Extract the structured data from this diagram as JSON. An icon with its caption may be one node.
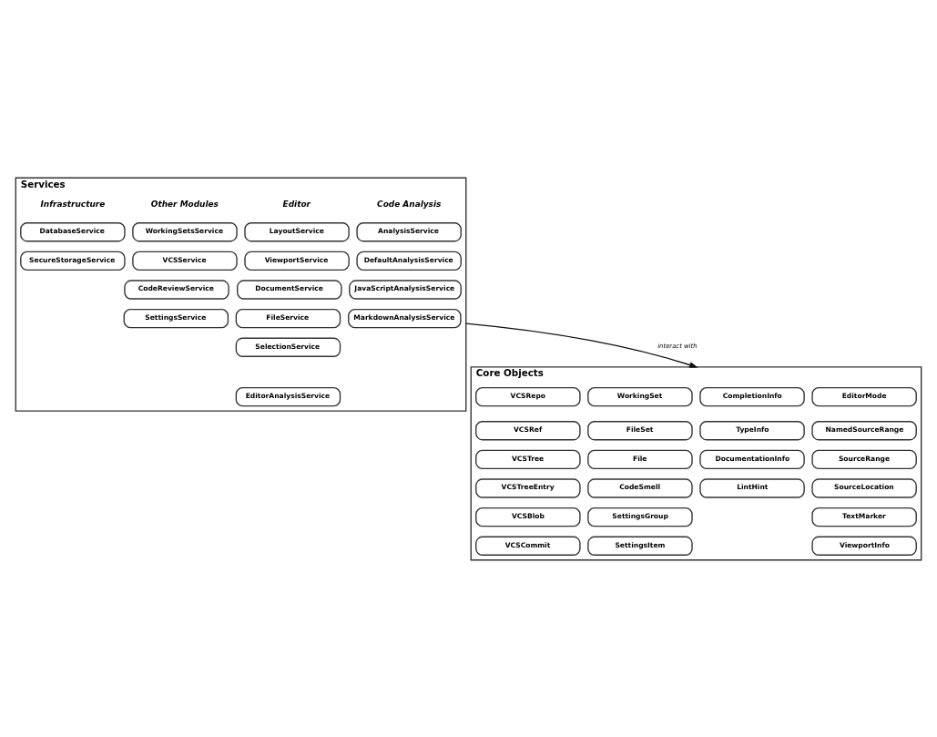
{
  "diagram": {
    "nodes": [
      {
        "text": [
          "Services"
        ]
      },
      {
        "text": [
          "LayoutService"
        ],
        "in": 0
      },
      {
        "text": [
          "ViewportService"
        ],
        "in": 0
      },
      {
        "text": [
          "DocumentService"
        ],
        "in": 0
      },
      {
        "text": [
          "FileService"
        ],
        "in": 0
      },
      {
        "text": [
          "SelectionService"
        ],
        "in": 0
      },
      {
        "text": [
          "EditorAnalysisService"
        ],
        "in": 0
      },
      {
        "text": [
          "AnalysisService"
        ],
        "in": 0
      },
      {
        "text": [
          "DefaultAnalysisService"
        ],
        "in": 0
      },
      {
        "text": [
          "JavaScriptAnalysisService"
        ],
        "in": 0
      },
      {
        "text": [
          "MarkdownAnalysisService"
        ],
        "in": 0
      },
      {
        "text": [
          "WorkingSetsService"
        ],
        "in": 0
      },
      {
        "text": [
          "VCSService"
        ],
        "in": 0
      },
      {
        "text": [
          "CodeReviewService"
        ],
        "in": 0
      },
      {
        "text": [
          "SettingsService"
        ],
        "in": 0
      },
      {
        "text": [
          "DatabaseService"
        ],
        "in": 0
      },
      {
        "text": [
          "SecureStorageService"
        ],
        "in": 0
      },
      {
        "text": [
          "Core Objects"
        ]
      },
      {
        "text": [
          "EditorMode"
        ],
        "in": 17
      },
      {
        "text": [
          "NamedSourceRange"
        ],
        "in": 17
      },
      {
        "text": [
          "SourceRange"
        ],
        "in": 17
      },
      {
        "text": [
          "SourceLocation"
        ],
        "in": 17
      },
      {
        "text": [
          "TextMarker"
        ],
        "in": 17
      },
      {
        "text": [
          "ViewportInfo"
        ],
        "in": 17
      },
      {
        "text": [
          "CompletionInfo"
        ],
        "in": 17
      },
      {
        "text": [
          "TypeInfo"
        ],
        "in": 17
      },
      {
        "text": [
          "DocumentationInfo"
        ],
        "in": 17
      },
      {
        "text": [
          "LintHint"
        ],
        "in": 17
      },
      {
        "text": [
          "WorkingSet"
        ],
        "in": 17
      },
      {
        "text": [
          "FileSet"
        ],
        "in": 17
      },
      {
        "text": [
          "File"
        ],
        "in": 17
      },
      {
        "text": [
          "CodeSmell"
        ],
        "in": 17
      },
      {
        "text": [
          "SettingsGroup"
        ],
        "in": 17
      },
      {
        "text": [
          "SettingsItem"
        ],
        "in": 17
      },
      {
        "text": [
          "VCSRepo"
        ],
        "in": 17
      },
      {
        "text": [
          "VCSRef"
        ],
        "in": 17
      },
      {
        "text": [
          "VCSTree"
        ],
        "in": 17
      },
      {
        "text": [
          "VCSTreeEntry"
        ],
        "in": 17
      },
      {
        "text": [
          "VCSBlob"
        ],
        "in": 17
      },
      {
        "text": [
          "VCSCommit"
        ],
        "in": 17
      }
    ],
    "edges": [
      {
        "from": 0,
        "to": 17,
        "arrow": "to",
        "label": "interact with"
      }
    ],
    "labels": [
      "Editor",
      "Code Analysis",
      "Other Modules",
      "Infrastructure"
    ]
  }
}
